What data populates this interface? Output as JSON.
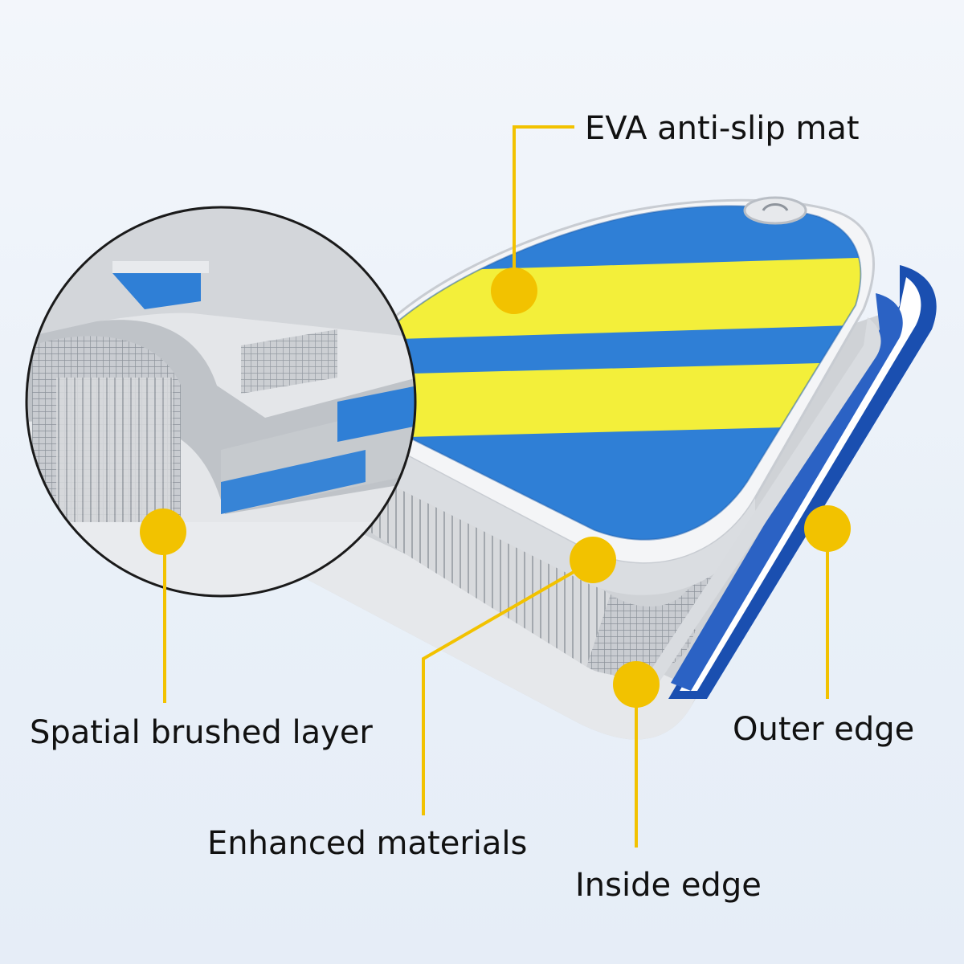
{
  "labels": {
    "eva_mat": "EVA anti-slip mat",
    "spatial_layer": "Spatial brushed layer",
    "enhanced_materials": "Enhanced materials",
    "outer_edge": "Outer edge",
    "inside_edge": "Inside edge"
  },
  "colors": {
    "callout": "#f2c200",
    "deck_blue": "#2f7fd6",
    "deck_yellow": "#f3ef3a",
    "rail_blue": "#1a4fb0",
    "board_white": "#f2f3f5",
    "mesh_gray": "#9aa0a8"
  }
}
